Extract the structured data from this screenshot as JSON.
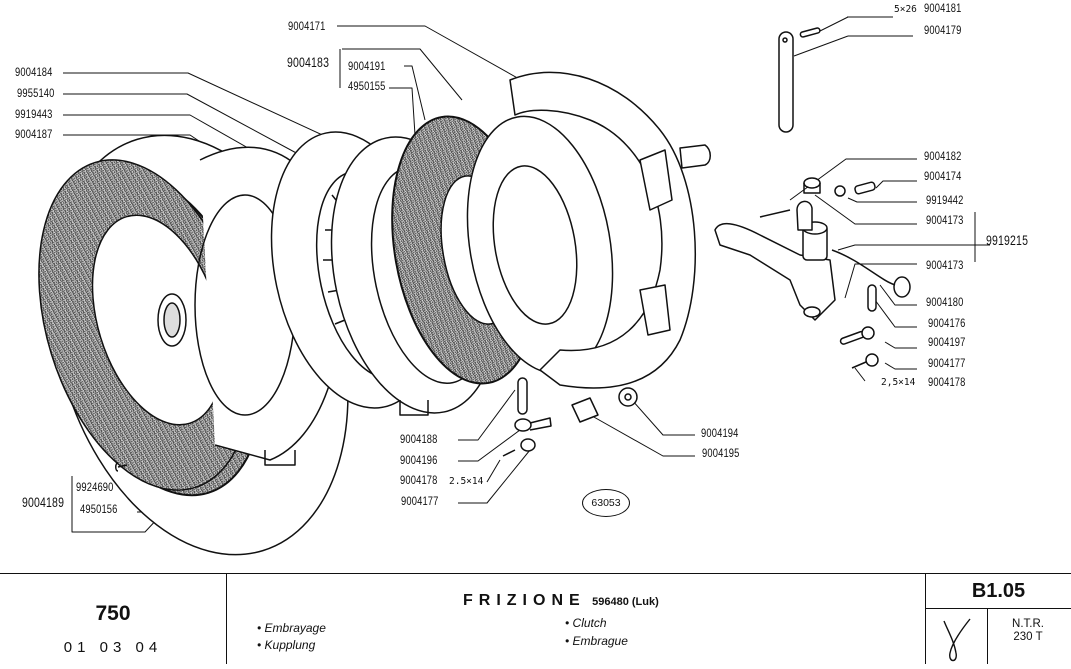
{
  "drawing": {
    "title": "Clutch exploded view",
    "figure_ref": "63053",
    "labels": [
      {
        "id": "9004171",
        "text": "9004171"
      },
      {
        "id": "9004183",
        "text": "9004183"
      },
      {
        "id": "9004191",
        "text": "9004191"
      },
      {
        "id": "4950155",
        "text": "4950155"
      },
      {
        "id": "9004184",
        "text": "9004184"
      },
      {
        "id": "9955140",
        "text": "9955140"
      },
      {
        "id": "9919443",
        "text": "9919443"
      },
      {
        "id": "9004187",
        "text": "9004187"
      },
      {
        "id": "9004181",
        "text": "9004181",
        "size": "5×26"
      },
      {
        "id": "9004179",
        "text": "9004179"
      },
      {
        "id": "9004182",
        "text": "9004182"
      },
      {
        "id": "9004174",
        "text": "9004174"
      },
      {
        "id": "9919442",
        "text": "9919442"
      },
      {
        "id": "9004173a",
        "text": "9004173"
      },
      {
        "id": "9919215",
        "text": "9919215"
      },
      {
        "id": "9004173b",
        "text": "9004173"
      },
      {
        "id": "9004180",
        "text": "9004180"
      },
      {
        "id": "9004176",
        "text": "9004176"
      },
      {
        "id": "9004197",
        "text": "9004197"
      },
      {
        "id": "9004177r",
        "text": "9004177"
      },
      {
        "id": "9004178r",
        "text": "9004178",
        "size": "2,5×14"
      },
      {
        "id": "9004188",
        "text": "9004188"
      },
      {
        "id": "9004196",
        "text": "9004196"
      },
      {
        "id": "9004178c",
        "text": "9004178",
        "size": "2.5×14"
      },
      {
        "id": "9004177c",
        "text": "9004177"
      },
      {
        "id": "9004194",
        "text": "9004194"
      },
      {
        "id": "9004195",
        "text": "9004195"
      },
      {
        "id": "9924690",
        "text": "9924690"
      },
      {
        "id": "9004189",
        "text": "9004189"
      },
      {
        "id": "4950156",
        "text": "4950156"
      }
    ]
  },
  "titleblock": {
    "model": "750",
    "codes": "01 03 04",
    "title_it": "FRIZIONE",
    "title_sub": "596480 (Luk)",
    "bullets_left": [
      "• Embrayage",
      "• Kupplung"
    ],
    "bullets_center": [
      "• Clutch",
      "• Embrague"
    ],
    "page_code": "B1.05",
    "signature": "γ",
    "ntr_line1": "N.T.R.",
    "ntr_line2": "230 T"
  }
}
